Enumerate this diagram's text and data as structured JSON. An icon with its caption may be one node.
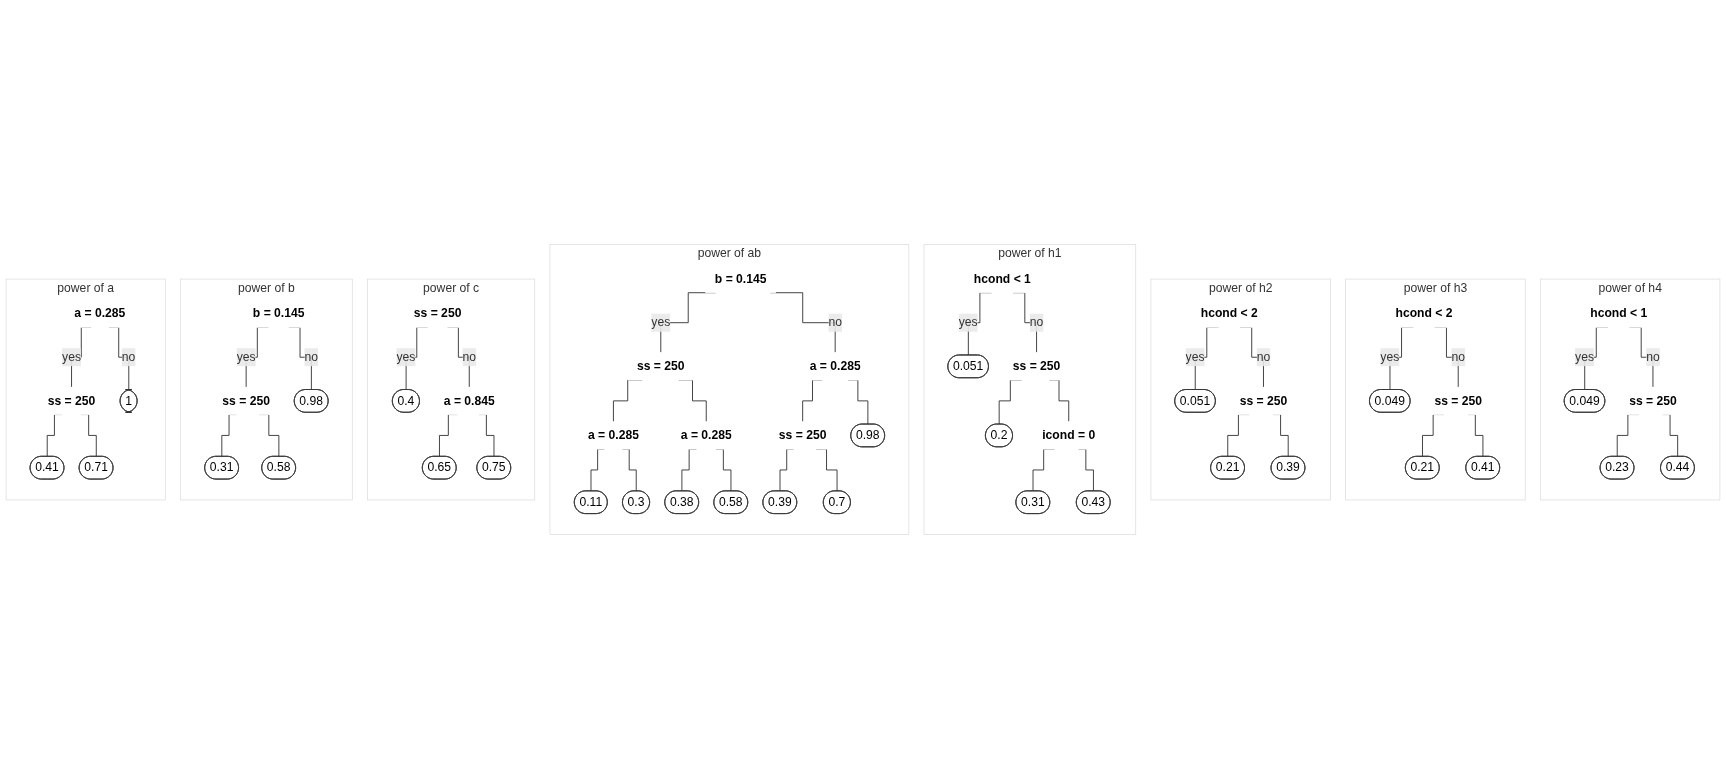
{
  "diagram": {
    "nodes": [
      {
        "text": [
          "power of a"
        ]
      },
      {
        "text": [
          "a = 0.285"
        ],
        "in": 0
      },
      {
        "text": [
          "ss = 250"
        ],
        "in": 0
      },
      {
        "text": [
          "0.41"
        ],
        "in": 0
      },
      {
        "text": [
          "0.71"
        ],
        "in": 0
      },
      {
        "text": [
          "1"
        ],
        "in": 0
      },
      {
        "text": [
          "power of b"
        ]
      },
      {
        "text": [
          "b = 0.145"
        ],
        "in": 6
      },
      {
        "text": [
          "ss = 250"
        ],
        "in": 6
      },
      {
        "text": [
          "0.31"
        ],
        "in": 6
      },
      {
        "text": [
          "0.58"
        ],
        "in": 6
      },
      {
        "text": [
          "0.98"
        ],
        "in": 6
      },
      {
        "text": [
          "power of c"
        ]
      },
      {
        "text": [
          "ss = 250"
        ],
        "in": 12
      },
      {
        "text": [
          "a = 0.845"
        ],
        "in": 12
      },
      {
        "text": [
          "0.4"
        ],
        "in": 12
      },
      {
        "text": [
          "0.65"
        ],
        "in": 12
      },
      {
        "text": [
          "0.75"
        ],
        "in": 12
      },
      {
        "text": [
          "power of ab"
        ]
      },
      {
        "text": [
          "b = 0.145"
        ],
        "in": 18
      },
      {
        "text": [
          "ss = 250"
        ],
        "in": 18
      },
      {
        "text": [
          "a = 0.285"
        ],
        "in": 18
      },
      {
        "text": [
          "a = 0.285"
        ],
        "in": 18
      },
      {
        "text": [
          "a = 0.285"
        ],
        "in": 18
      },
      {
        "text": [
          "ss = 250"
        ],
        "in": 18
      },
      {
        "text": [
          "0.11"
        ],
        "in": 18
      },
      {
        "text": [
          "0.3"
        ],
        "in": 18
      },
      {
        "text": [
          "0.38"
        ],
        "in": 18
      },
      {
        "text": [
          "0.58"
        ],
        "in": 18
      },
      {
        "text": [
          "0.39"
        ],
        "in": 18
      },
      {
        "text": [
          "0.7"
        ],
        "in": 18
      },
      {
        "text": [
          "0.98"
        ],
        "in": 18
      },
      {
        "text": [
          "power of h1"
        ]
      },
      {
        "text": [
          "hcond < 1"
        ],
        "in": 32
      },
      {
        "text": [
          "ss = 250"
        ],
        "in": 32
      },
      {
        "text": [
          "icond = 0"
        ],
        "in": 32
      },
      {
        "text": [
          "0.051"
        ],
        "in": 32
      },
      {
        "text": [
          "0.2"
        ],
        "in": 32
      },
      {
        "text": [
          "0.31"
        ],
        "in": 32
      },
      {
        "text": [
          "0.43"
        ],
        "in": 32
      },
      {
        "text": [
          "power of h2"
        ]
      },
      {
        "text": [
          "hcond < 2"
        ],
        "in": 40
      },
      {
        "text": [
          "ss = 250"
        ],
        "in": 40
      },
      {
        "text": [
          "0.051"
        ],
        "in": 40
      },
      {
        "text": [
          "0.21"
        ],
        "in": 40
      },
      {
        "text": [
          "0.39"
        ],
        "in": 40
      },
      {
        "text": [
          "power of h3"
        ]
      },
      {
        "text": [
          "hcond < 2"
        ],
        "in": 46
      },
      {
        "text": [
          "ss = 250"
        ],
        "in": 46
      },
      {
        "text": [
          "0.049"
        ],
        "in": 46
      },
      {
        "text": [
          "0.21"
        ],
        "in": 46
      },
      {
        "text": [
          "0.41"
        ],
        "in": 46
      },
      {
        "text": [
          "power of h4"
        ]
      },
      {
        "text": [
          "hcond < 1"
        ],
        "in": 52
      },
      {
        "text": [
          "ss = 250"
        ],
        "in": 52
      },
      {
        "text": [
          "0.049"
        ],
        "in": 52
      },
      {
        "text": [
          "0.23"
        ],
        "in": 52
      },
      {
        "text": [
          "0.44"
        ],
        "in": 52
      }
    ],
    "edges": [
      {
        "from": 1,
        "to": 2,
        "arrow": "none",
        "label": "yes"
      },
      {
        "from": 1,
        "to": 5,
        "arrow": "none",
        "label": "no"
      },
      {
        "from": 2,
        "to": 3,
        "arrow": "none"
      },
      {
        "from": 2,
        "to": 4,
        "arrow": "none"
      },
      {
        "from": 7,
        "to": 8,
        "arrow": "none",
        "label": "yes"
      },
      {
        "from": 7,
        "to": 11,
        "arrow": "none",
        "label": "no"
      },
      {
        "from": 8,
        "to": 9,
        "arrow": "none"
      },
      {
        "from": 8,
        "to": 10,
        "arrow": "none"
      },
      {
        "from": 13,
        "to": 15,
        "arrow": "none",
        "label": "yes"
      },
      {
        "from": 13,
        "to": 14,
        "arrow": "none",
        "label": "no"
      },
      {
        "from": 14,
        "to": 16,
        "arrow": "none"
      },
      {
        "from": 14,
        "to": 17,
        "arrow": "none"
      },
      {
        "from": 19,
        "to": 20,
        "arrow": "none",
        "label": "yes"
      },
      {
        "from": 19,
        "to": 21,
        "arrow": "none",
        "label": "no"
      },
      {
        "from": 20,
        "to": 22,
        "arrow": "none"
      },
      {
        "from": 20,
        "to": 23,
        "arrow": "none"
      },
      {
        "from": 21,
        "to": 24,
        "arrow": "none"
      },
      {
        "from": 21,
        "to": 31,
        "arrow": "none"
      },
      {
        "from": 22,
        "to": 25,
        "arrow": "none"
      },
      {
        "from": 22,
        "to": 26,
        "arrow": "none"
      },
      {
        "from": 23,
        "to": 27,
        "arrow": "none"
      },
      {
        "from": 23,
        "to": 28,
        "arrow": "none"
      },
      {
        "from": 24,
        "to": 29,
        "arrow": "none"
      },
      {
        "from": 24,
        "to": 30,
        "arrow": "none"
      },
      {
        "from": 33,
        "to": 36,
        "arrow": "none",
        "label": "yes"
      },
      {
        "from": 33,
        "to": 34,
        "arrow": "none",
        "label": "no"
      },
      {
        "from": 34,
        "to": 37,
        "arrow": "none"
      },
      {
        "from": 34,
        "to": 35,
        "arrow": "none"
      },
      {
        "from": 35,
        "to": 38,
        "arrow": "none"
      },
      {
        "from": 35,
        "to": 39,
        "arrow": "none"
      },
      {
        "from": 41,
        "to": 43,
        "arrow": "none",
        "label": "yes"
      },
      {
        "from": 41,
        "to": 42,
        "arrow": "none",
        "label": "no"
      },
      {
        "from": 42,
        "to": 44,
        "arrow": "none"
      },
      {
        "from": 42,
        "to": 45,
        "arrow": "none"
      },
      {
        "from": 47,
        "to": 49,
        "arrow": "none",
        "label": "yes"
      },
      {
        "from": 47,
        "to": 48,
        "arrow": "none",
        "label": "no"
      },
      {
        "from": 48,
        "to": 50,
        "arrow": "none"
      },
      {
        "from": 48,
        "to": 51,
        "arrow": "none"
      },
      {
        "from": 53,
        "to": 55,
        "arrow": "none",
        "label": "yes"
      },
      {
        "from": 53,
        "to": 54,
        "arrow": "none",
        "label": "no"
      },
      {
        "from": 54,
        "to": 56,
        "arrow": "none"
      },
      {
        "from": 54,
        "to": 57,
        "arrow": "none"
      }
    ]
  }
}
